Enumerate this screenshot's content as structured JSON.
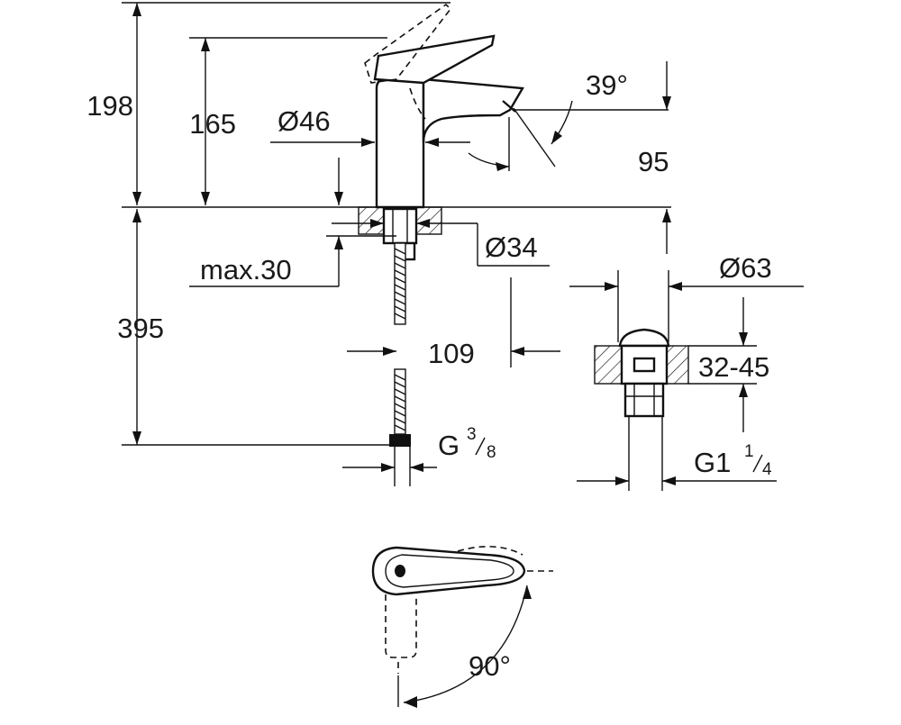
{
  "dimensions": {
    "overall_height": "198",
    "spout_height": "165",
    "body_diameter": "Ø46",
    "spout_angle": "39°",
    "spout_clearance": "95",
    "deck_depth": "max.30",
    "hole_diameter": "Ø34",
    "hose_length": "395",
    "projection": "109",
    "waste_diameter": "Ø63",
    "waste_thickness": "32-45",
    "hose_thread_prefix": "G",
    "hose_thread_num": "3",
    "hose_thread_den": "8",
    "waste_thread_prefix": "G1",
    "waste_thread_num": "1",
    "waste_thread_den": "4",
    "lever_rotation": "90°"
  }
}
